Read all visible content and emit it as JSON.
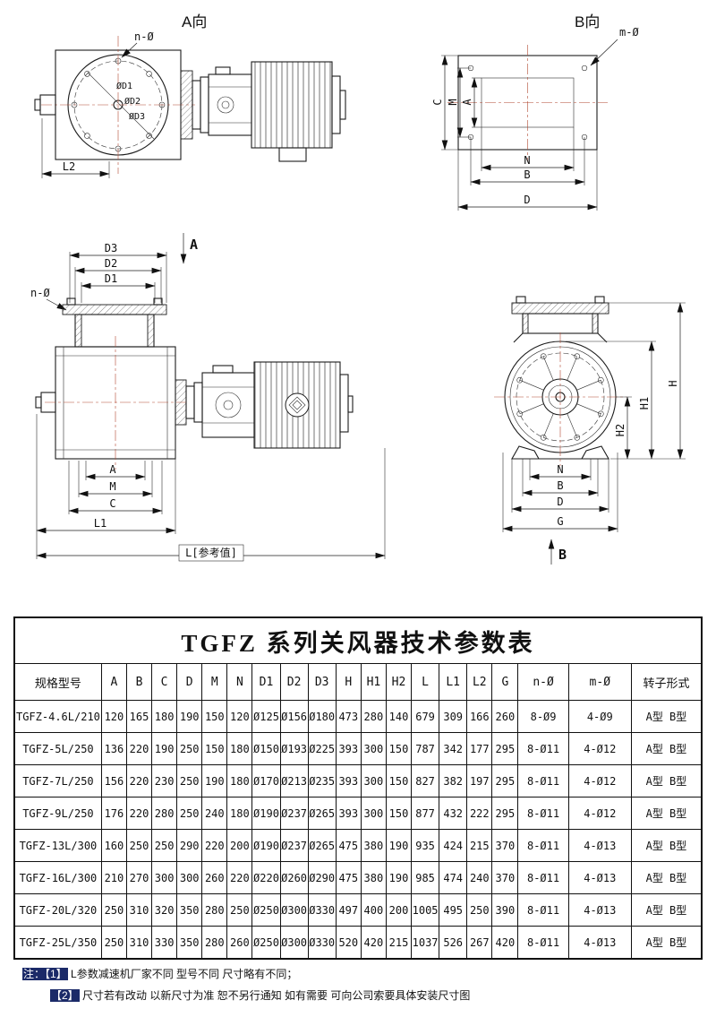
{
  "page": {
    "background": "#ffffff"
  },
  "drawings": {
    "viewA": {
      "title": "A向",
      "n_hole_label": "n-Ø",
      "dia1": "ØD1",
      "dia2": "ØD2",
      "dia3": "ØD3",
      "l2": "L2"
    },
    "viewB": {
      "title": "B向",
      "m_hole_label": "m-Ø",
      "c": "C",
      "m": "M",
      "a": "A",
      "n": "N",
      "b": "B",
      "d": "D"
    },
    "front": {
      "section_label": "A",
      "d3": "D3",
      "d2": "D2",
      "d1": "D1",
      "n_hole_label": "n-Ø",
      "a": "A",
      "m": "M",
      "c": "C",
      "l1": "L1",
      "l_ref": "L[参考值]"
    },
    "side": {
      "h": "H",
      "h1": "H1",
      "h2": "H2",
      "n": "N",
      "b": "B",
      "d": "D",
      "g": "G",
      "section_label": "B"
    }
  },
  "table": {
    "title": "TGFZ 系列关风器技术参数表",
    "headers": [
      "规格型号",
      "A",
      "B",
      "C",
      "D",
      "M",
      "N",
      "D1",
      "D2",
      "D3",
      "H",
      "H1",
      "H2",
      "L",
      "L1",
      "L2",
      "G",
      "n-Ø",
      "m-Ø",
      "转子形式"
    ],
    "rows": [
      [
        "TGFZ-4.6L/210",
        "120",
        "165",
        "180",
        "190",
        "150",
        "120",
        "Ø125",
        "Ø156",
        "Ø180",
        "473",
        "280",
        "140",
        "679",
        "309",
        "166",
        "260",
        "8-Ø9",
        "4-Ø9",
        "A型 B型"
      ],
      [
        "TGFZ-5L/250",
        "136",
        "220",
        "190",
        "250",
        "150",
        "180",
        "Ø150",
        "Ø193",
        "Ø225",
        "393",
        "300",
        "150",
        "787",
        "342",
        "177",
        "295",
        "8-Ø11",
        "4-Ø12",
        "A型 B型"
      ],
      [
        "TGFZ-7L/250",
        "156",
        "220",
        "230",
        "250",
        "190",
        "180",
        "Ø170",
        "Ø213",
        "Ø235",
        "393",
        "300",
        "150",
        "827",
        "382",
        "197",
        "295",
        "8-Ø11",
        "4-Ø12",
        "A型 B型"
      ],
      [
        "TGFZ-9L/250",
        "176",
        "220",
        "280",
        "250",
        "240",
        "180",
        "Ø190",
        "Ø237",
        "Ø265",
        "393",
        "300",
        "150",
        "877",
        "432",
        "222",
        "295",
        "8-Ø11",
        "4-Ø12",
        "A型 B型"
      ],
      [
        "TGFZ-13L/300",
        "160",
        "250",
        "250",
        "290",
        "220",
        "200",
        "Ø190",
        "Ø237",
        "Ø265",
        "475",
        "380",
        "190",
        "935",
        "424",
        "215",
        "370",
        "8-Ø11",
        "4-Ø13",
        "A型 B型"
      ],
      [
        "TGFZ-16L/300",
        "210",
        "270",
        "300",
        "300",
        "260",
        "220",
        "Ø220",
        "Ø260",
        "Ø290",
        "475",
        "380",
        "190",
        "985",
        "474",
        "240",
        "370",
        "8-Ø11",
        "4-Ø13",
        "A型 B型"
      ],
      [
        "TGFZ-20L/320",
        "250",
        "310",
        "320",
        "350",
        "280",
        "250",
        "Ø250",
        "Ø300",
        "Ø330",
        "497",
        "400",
        "200",
        "1005",
        "495",
        "250",
        "390",
        "8-Ø11",
        "4-Ø13",
        "A型 B型"
      ],
      [
        "TGFZ-25L/350",
        "250",
        "310",
        "330",
        "350",
        "280",
        "260",
        "Ø250",
        "Ø300",
        "Ø330",
        "520",
        "420",
        "215",
        "1037",
        "526",
        "267",
        "420",
        "8-Ø11",
        "4-Ø13",
        "A型 B型"
      ]
    ]
  },
  "notes": [
    {
      "tag": "注：【1】",
      "text": "L参数减速机厂家不同 型号不同 尺寸略有不同；"
    },
    {
      "tag": "【2】",
      "text": "尺寸若有改动 以新尺寸为准 恕不另行通知 如有需要 可向公司索要具体安装尺寸图"
    }
  ]
}
